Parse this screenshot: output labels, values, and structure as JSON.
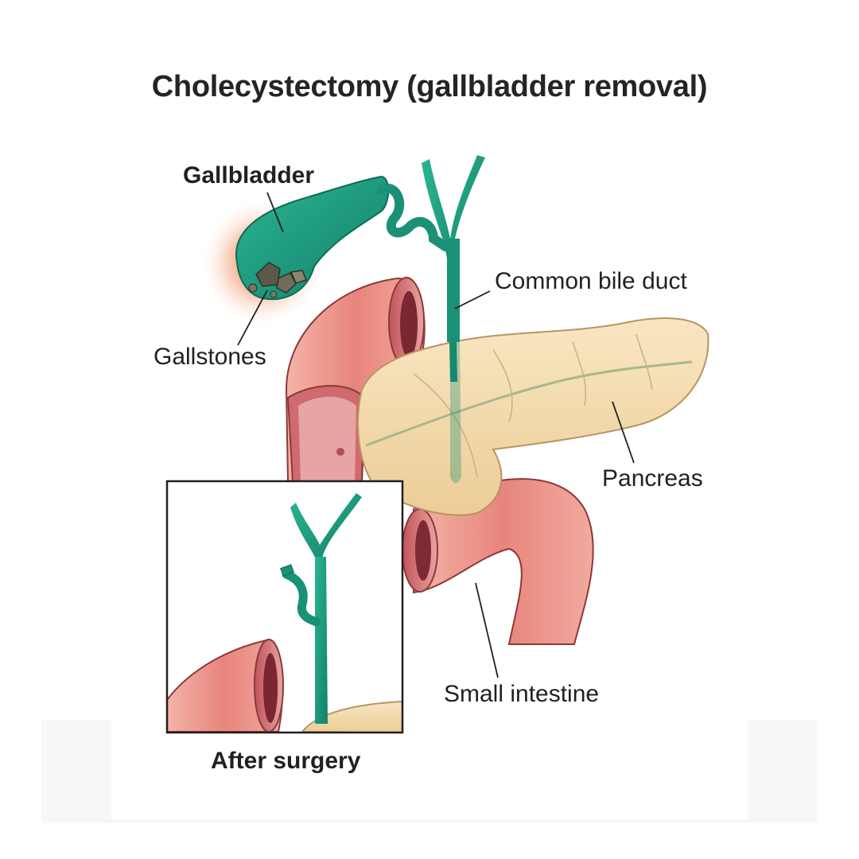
{
  "title": "Cholecystectomy (gallbladder removal)",
  "labels": {
    "gallbladder": "Gallbladder",
    "gallstones": "Gallstones",
    "common_bile_duct": "Common bile duct",
    "pancreas": "Pancreas",
    "small_intestine": "Small intestine",
    "after_surgery": "After surgery"
  },
  "colors": {
    "bile_green": "#1f9e80",
    "intestine_pink": "#e88e86",
    "pancreas_tan": "#f3dcae",
    "inflammation_orange": "#f06a3a"
  }
}
